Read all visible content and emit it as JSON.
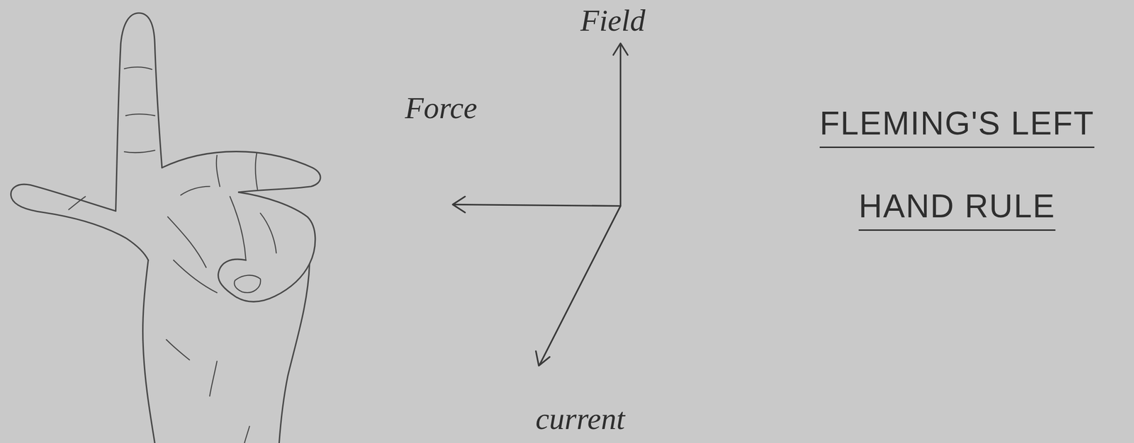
{
  "diagram": {
    "title": "FLEMING'S LEFT HAND RULE",
    "labels": [
      "Field",
      "Force",
      "current"
    ]
  }
}
